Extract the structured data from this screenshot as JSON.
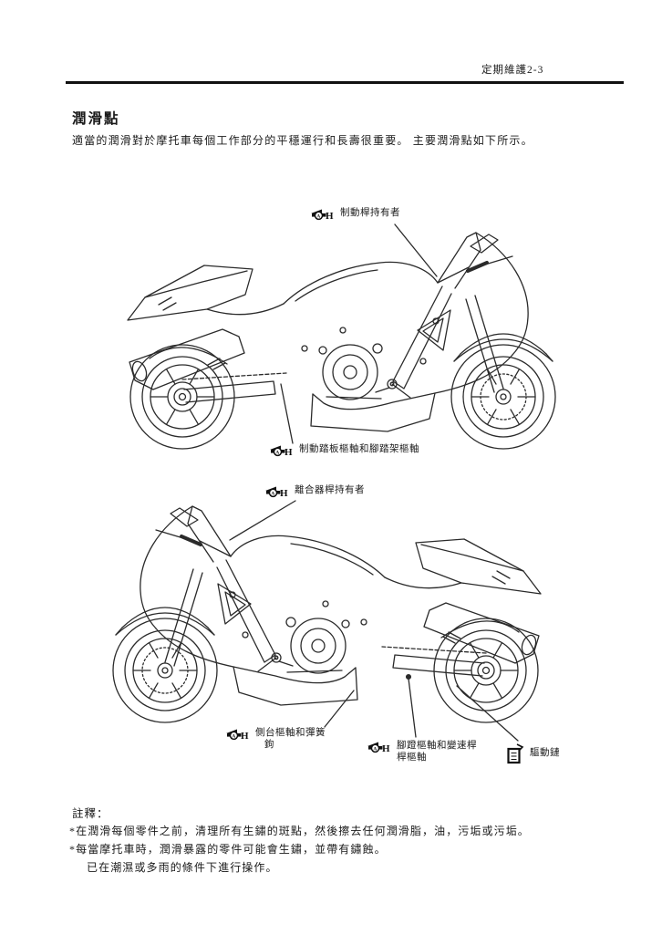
{
  "page": {
    "header": "定期維護2-3",
    "section_title": "潤滑點",
    "intro": "適當的潤滑對於摩托車每個工作部分的平穩運行和長壽很重要。 主要潤滑點如下所示。",
    "notes_heading": "註釋：",
    "notes": [
      "*在潤滑每個零件之前，清理所有生鏽的斑點，然後擦去任何潤滑脂，油，污垢或污垢。",
      "*每當摩托車時，潤滑暴露的零件可能會生鏽，並帶有鏽蝕。",
      "已在潮濕或多雨的條件下進行操作。"
    ]
  },
  "icons": {
    "grease": {
      "name": "grease-gun-icon",
      "circle_letter": "A",
      "suffix_letter": "H"
    },
    "chain_lube": {
      "name": "chain-lube-can-icon"
    }
  },
  "callouts": {
    "brake_lever_holder": "制動桿持有者",
    "brake_pedal_pivot": "制動踏板樞軸和腳踏架樞軸",
    "clutch_lever_holder": "離合器桿持有者",
    "side_stand_line1": "側台樞軸和彈簧",
    "side_stand_line2": "鉤",
    "footrest_line1": "腳蹬樞軸和變速桿",
    "footrest_line2": "桿樞軸",
    "drive_chain": "驅動鏈"
  },
  "colors": {
    "ink": "#1a1a1a",
    "paper": "#ffffff",
    "line_art": "#2b2b2b"
  }
}
